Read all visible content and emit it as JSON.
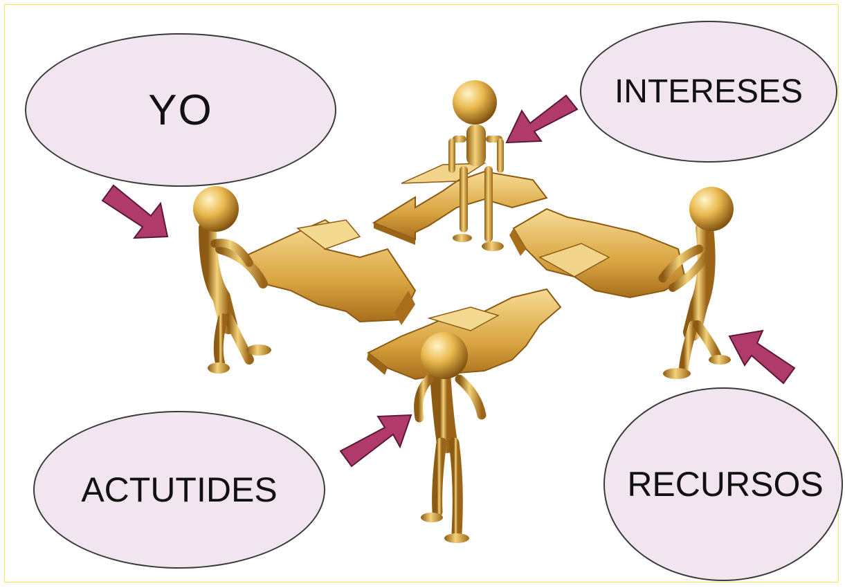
{
  "labels": {
    "yo": "YO",
    "intereses": "INTERESES",
    "actutides": "ACTUTIDES",
    "recursos": "RECURSOS"
  },
  "colors": {
    "bubble_fill": "#f1e6ef",
    "bubble_border": "#3a3a3a",
    "arrow": "#b03a6a",
    "gold_light": "#f7d98a",
    "gold_mid": "#d9a441",
    "gold_dark": "#8c5a12",
    "frame_border": "#f2e84a"
  },
  "icons": [
    "gold-figure-icon",
    "puzzle-arrow-icon",
    "pointer-arrow-icon"
  ]
}
